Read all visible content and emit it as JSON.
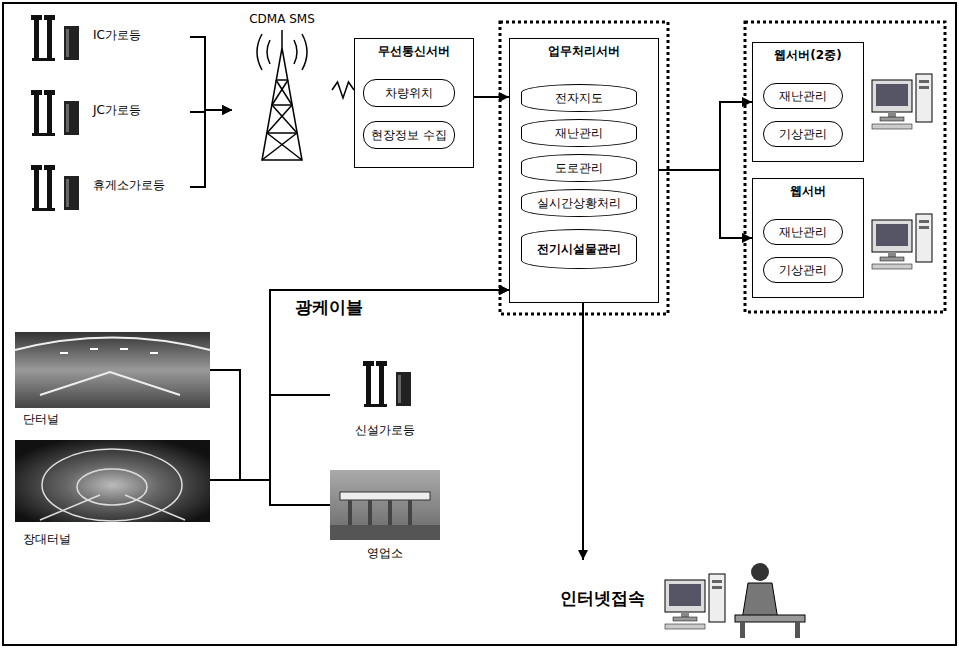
{
  "diagram": {
    "nodes": [
      {
        "text": [
          "IC가로등"
        ]
      },
      {
        "text": [
          "JC가로등"
        ]
      },
      {
        "text": [
          "휴게소가로등"
        ]
      },
      {
        "text": [
          "CDMA SMS"
        ]
      },
      {
        "text": [
          "무선통신서버"
        ]
      },
      {
        "text": [
          "차량위치"
        ],
        "in": 4
      },
      {
        "text": [
          "현장정보 수집"
        ],
        "in": 4
      },
      {
        "text": [
          "업무처리서버"
        ]
      },
      {
        "text": [
          "전자지도"
        ],
        "in": 7
      },
      {
        "text": [
          "재난관리"
        ],
        "in": 7
      },
      {
        "text": [
          "도로관리"
        ],
        "in": 7
      },
      {
        "text": [
          "실시간상황처리"
        ],
        "in": 7
      },
      {
        "text": [
          "전기시설물관리"
        ],
        "in": 7
      },
      {
        "text": [
          "웹서버(2중)"
        ]
      },
      {
        "text": [
          "재난관리"
        ],
        "in": 13
      },
      {
        "text": [
          "기상관리"
        ],
        "in": 13
      },
      {
        "text": [
          "웹서버"
        ]
      },
      {
        "text": [
          "재난관리"
        ],
        "in": 16
      },
      {
        "text": [
          "기상관리"
        ],
        "in": 16
      },
      {
        "text": [
          "단터널"
        ]
      },
      {
        "text": [
          "장대터널"
        ]
      },
      {
        "text": [
          "신설가로등"
        ]
      },
      {
        "text": [
          "영업소"
        ]
      },
      {
        "text": [
          "인터넷접속"
        ]
      }
    ],
    "edges": [
      {
        "from": 0,
        "to": 3,
        "arrow": "to"
      },
      {
        "from": 1,
        "to": 3,
        "arrow": "to"
      },
      {
        "from": 2,
        "to": 3,
        "arrow": "to"
      },
      {
        "from": 3,
        "to": 4,
        "arrow": "none"
      },
      {
        "from": 4,
        "to": 7,
        "arrow": "to"
      },
      {
        "from": 7,
        "to": 13,
        "arrow": "to"
      },
      {
        "from": 7,
        "to": 16,
        "arrow": "to"
      },
      {
        "from": 19,
        "to": 7,
        "label": "광케이블",
        "arrow": "to"
      },
      {
        "from": 20,
        "to": 7,
        "arrow": "to"
      },
      {
        "from": 21,
        "to": 7,
        "arrow": "to"
      },
      {
        "from": 22,
        "to": 7,
        "arrow": "to"
      },
      {
        "from": 7,
        "to": 23,
        "arrow": "to"
      }
    ]
  }
}
